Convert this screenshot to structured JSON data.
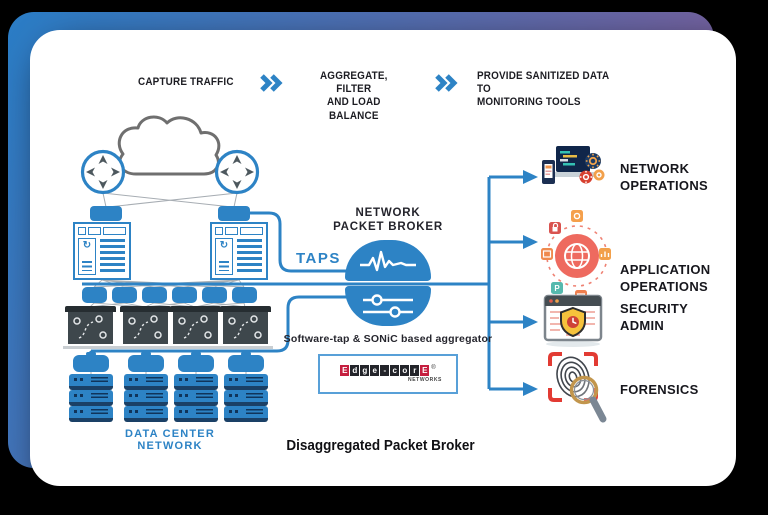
{
  "title": "Disaggregated Packet Broker",
  "header": {
    "step1": "CAPTURE TRAFFIC",
    "step2": "AGGREGATE, FILTER\nAND LOAD BALANCE",
    "step3": "PROVIDE SANITIZED DATA TO\nMONITORING TOOLS"
  },
  "data_center": {
    "label": "DATA CENTER NETWORK"
  },
  "broker": {
    "title": "NETWORK\nPACKET BROKER",
    "taps_label": "TAPS",
    "caption": "Software-tap & SONiC based aggregator"
  },
  "logo": {
    "letters": [
      "E",
      "d",
      "g",
      "e",
      "-",
      "c",
      "o",
      "r",
      "E"
    ],
    "sub": "NETWORKS",
    "reg": "®"
  },
  "destinations": [
    {
      "label": "NETWORK\nOPERATIONS"
    },
    {
      "label": "APPLICATION\nOPERATIONS"
    },
    {
      "label": "SECURITY\nADMIN"
    },
    {
      "label": "FORENSICS"
    }
  ],
  "icons": [
    "cloud-icon",
    "router-icon",
    "spine-switch-icon",
    "leaf-port-icon",
    "tor-switch-icon",
    "tap-node-icon",
    "server-stack-icon",
    "packet-broker-icon",
    "pulse-icon",
    "sliders-icon",
    "chevron-right-icon",
    "network-operations-icon",
    "application-operations-icon",
    "security-admin-icon",
    "forensics-icon"
  ],
  "colors": {
    "primary_blue": "#2d83c5",
    "gradient_start": "#2a7dc6",
    "gradient_end": "#8a5a94",
    "dark_text": "#1c1c22",
    "dark_switch": "#3e474c",
    "accent_red": "#e23b33",
    "accent_orange": "#f2a04b",
    "logo_red": "#c51f3f"
  }
}
